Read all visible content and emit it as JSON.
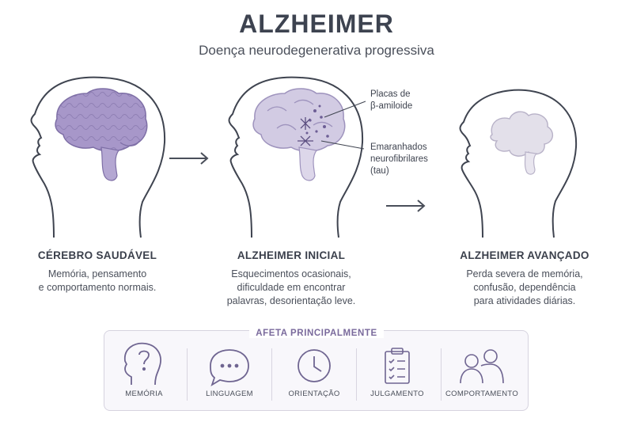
{
  "header": {
    "title": "ALZHEIMER",
    "subtitle": "Doença neurodegenerativa progressiva"
  },
  "stages": [
    {
      "title": "CÉREBRO SAUDÁVEL",
      "desc": [
        "Memória, pensamento",
        "e comportamento normais."
      ]
    },
    {
      "title": "ALZHEIMER INICIAL",
      "desc": [
        "Esquecimentos ocasionais,",
        "dificuldade em encontrar",
        "palavras, desorientação leve."
      ]
    },
    {
      "title": "ALZHEIMER AVANÇADO",
      "desc": [
        "Perda severa de memória,",
        "confusão, dependência",
        "para atividades diárias."
      ]
    }
  ],
  "callouts": {
    "plaques": [
      "Placas de",
      "β-amiloide"
    ],
    "tangles": [
      "Emaranhados",
      "neurofibrilares",
      "(tau)"
    ]
  },
  "affects": {
    "title": "AFETA PRINCIPALMENTE",
    "items": [
      {
        "label": "MEMÓRIA",
        "icon": "head-question-icon"
      },
      {
        "label": "LINGUAGEM",
        "icon": "speech-bubble-icon"
      },
      {
        "label": "ORIENTAÇÃO",
        "icon": "clock-icon"
      },
      {
        "label": "JULGAMENTO",
        "icon": "clipboard-checklist-icon"
      },
      {
        "label": "COMPORTAMENTO",
        "icon": "people-icon"
      }
    ]
  },
  "colors": {
    "brain_healthy": "#a797c9",
    "brain_early": "#d2cbe3",
    "brain_advanced": "#e3e0ea",
    "accent": "#7a6a9c",
    "outline": "#3f4450"
  }
}
